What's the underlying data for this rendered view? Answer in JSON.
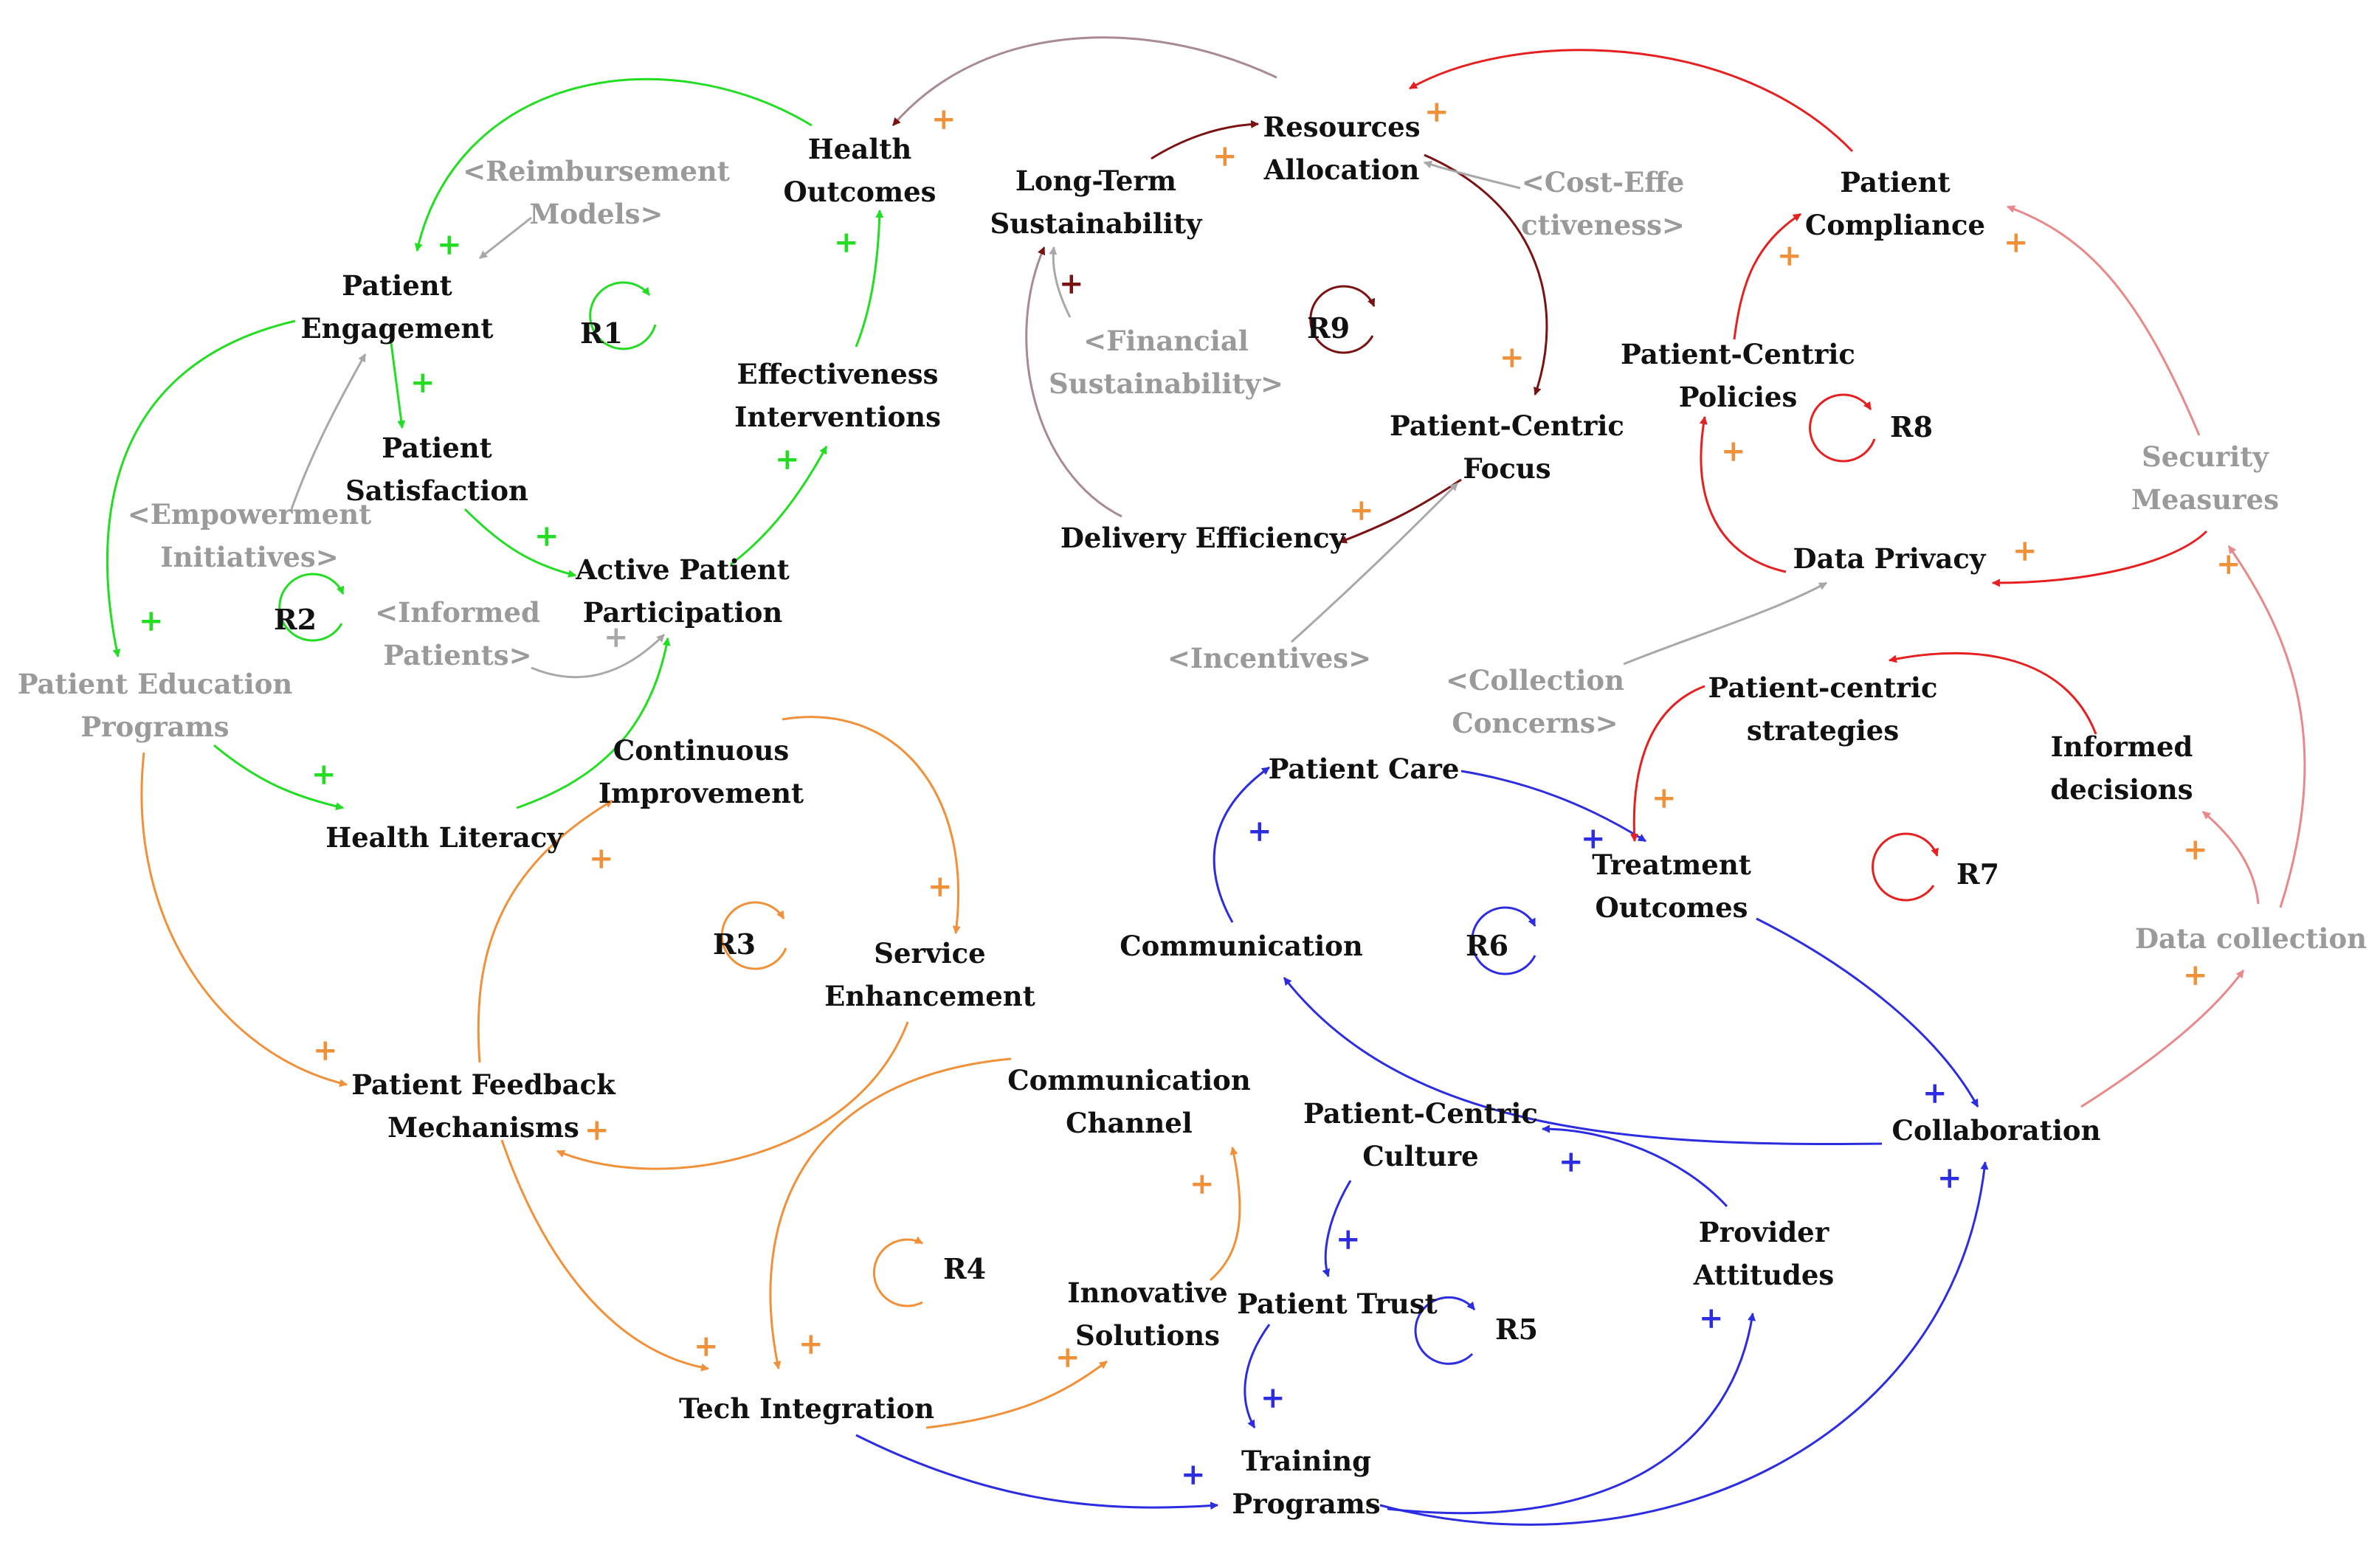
{
  "colors": {
    "R1": "#22dd22",
    "R2": "#22dd22",
    "R3": "#f0913a",
    "R4": "#f0913a",
    "R5": "#2c2ce0",
    "R6": "#2c2ce0",
    "R7": "#e62020",
    "R8": "#e62020",
    "R9": "#7a1212",
    "shadow": "#a8a8a8",
    "R9_arrow": "#a88a92",
    "R7_light": "#e88888"
  },
  "nodes": {
    "health_outcomes": [
      "Health",
      "Outcomes"
    ],
    "reimbursement_models": [
      "<Reimbursement",
      "Models>"
    ],
    "patient_engagement": [
      "Patient",
      "Engagement"
    ],
    "patient_satisfaction": [
      "Patient",
      "Satisfaction"
    ],
    "effectiveness_interventions": [
      "Effectiveness",
      "Interventions"
    ],
    "empowerment_initiatives": [
      "<Empowerment",
      "Initiatives>"
    ],
    "active_patient_participation": [
      "Active Patient",
      "Participation"
    ],
    "informed_patients": [
      "<Informed",
      "Patients>"
    ],
    "patient_education_programs": [
      "Patient Education",
      "Programs"
    ],
    "health_literacy": [
      "Health Literacy"
    ],
    "continuous_improvement": [
      "Continuous",
      "Improvement"
    ],
    "service_enhancement": [
      "Service",
      "Enhancement"
    ],
    "patient_feedback_mechanisms": [
      "Patient Feedback",
      "Mechanisms"
    ],
    "communication_channel": [
      "Communication",
      "Channel"
    ],
    "innovative_solutions": [
      "Innovative",
      "Solutions"
    ],
    "tech_integration": [
      "Tech Integration"
    ],
    "resources_allocation": [
      "Resources",
      "Allocation"
    ],
    "long_term_sustainability": [
      "Long-Term",
      "Sustainability"
    ],
    "cost_effectiveness": [
      "<Cost-Effe",
      "ctiveness>"
    ],
    "financial_sustainability": [
      "<Financial",
      "Sustainability>"
    ],
    "patient_centric_focus": [
      "Patient-Centric",
      "Focus"
    ],
    "delivery_efficiency": [
      "Delivery Efficiency"
    ],
    "incentives": [
      "<Incentives>"
    ],
    "patient_compliance": [
      "Patient",
      "Compliance"
    ],
    "patient_centric_policies": [
      "Patient-Centric",
      "Policies"
    ],
    "security_measures": [
      "Security",
      "Measures"
    ],
    "data_privacy": [
      "Data Privacy"
    ],
    "collection_concerns": [
      "<Collection",
      "Concerns>"
    ],
    "patient_centric_strategies": [
      "Patient-centric",
      "strategies"
    ],
    "informed_decisions": [
      "Informed",
      "decisions"
    ],
    "patient_care": [
      "Patient Care"
    ],
    "treatment_outcomes": [
      "Treatment",
      "Outcomes"
    ],
    "communication": [
      "Communication"
    ],
    "data_collection": [
      "Data collection"
    ],
    "collaboration": [
      "Collaboration"
    ],
    "patient_centric_culture": [
      "Patient-Centric",
      "Culture"
    ],
    "provider_attitudes": [
      "Provider",
      "Attitudes"
    ],
    "patient_trust": [
      "Patient Trust"
    ],
    "training_programs": [
      "Training",
      "Programs"
    ]
  },
  "loops": {
    "R1": "R1",
    "R2": "R2",
    "R3": "R3",
    "R4": "R4",
    "R5": "R5",
    "R6": "R6",
    "R7": "R7",
    "R8": "R8",
    "R9": "R9"
  },
  "polarity_sign": "+"
}
